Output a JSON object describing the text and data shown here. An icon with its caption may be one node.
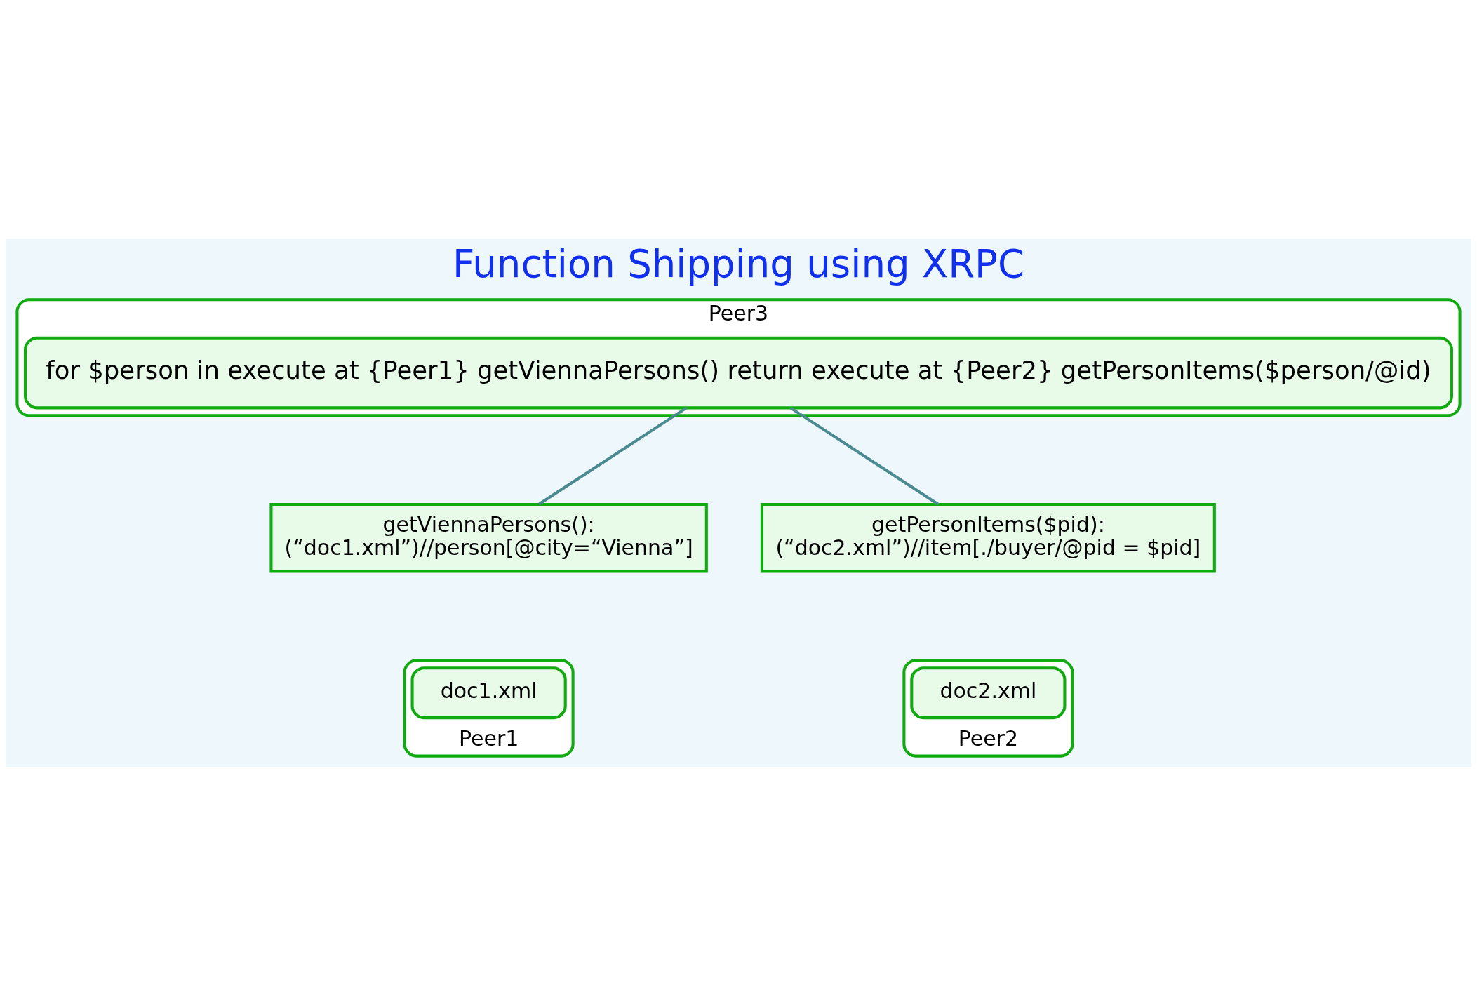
{
  "diagram": {
    "title": "Function Shipping using XRPC",
    "nodes": [
      {
        "text": [
          "Peer3"
        ]
      },
      {
        "text": [
          "for $person in execute at {Peer1} getViennaPersons() return execute at {Peer2} getPersonItems($person/@id)"
        ],
        "in": 0
      },
      {
        "text": [
          "getViennaPersons():",
          "(“doc1.xml”)//person[@city=“Vienna”]"
        ]
      },
      {
        "text": [
          "getPersonItems($pid):",
          "(“doc2.xml”)//item[./buyer/@pid = $pid]"
        ]
      },
      {
        "text": [
          "Peer1"
        ]
      },
      {
        "text": [
          "doc1.xml"
        ],
        "in": 4
      },
      {
        "text": [
          "Peer2"
        ]
      },
      {
        "text": [
          "doc2.xml"
        ],
        "in": 6
      }
    ],
    "edges": [
      {
        "from": 1,
        "to": 2,
        "arrow": "none"
      },
      {
        "from": 1,
        "to": 3,
        "arrow": "none"
      }
    ]
  }
}
